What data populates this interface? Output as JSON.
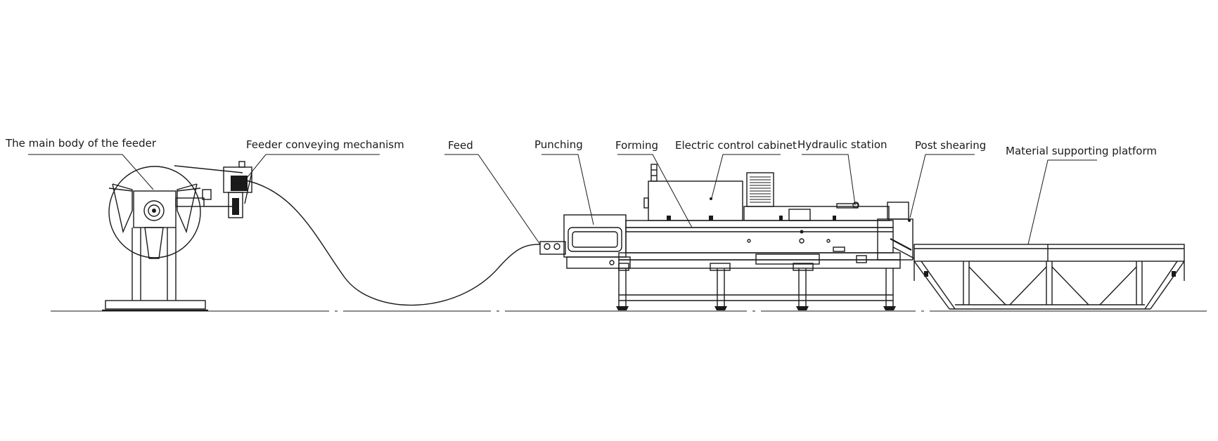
{
  "diagram": {
    "labels": {
      "main_body": "The main body of the feeder",
      "conveying": "Feeder conveying mechanism",
      "feed": "Feed",
      "punching": "Punching",
      "forming": "Forming",
      "cabinet": "Electric control cabinet",
      "hydraulic": "Hydraulic station",
      "post_shearing": "Post shearing",
      "platform": "Material supporting platform"
    }
  }
}
